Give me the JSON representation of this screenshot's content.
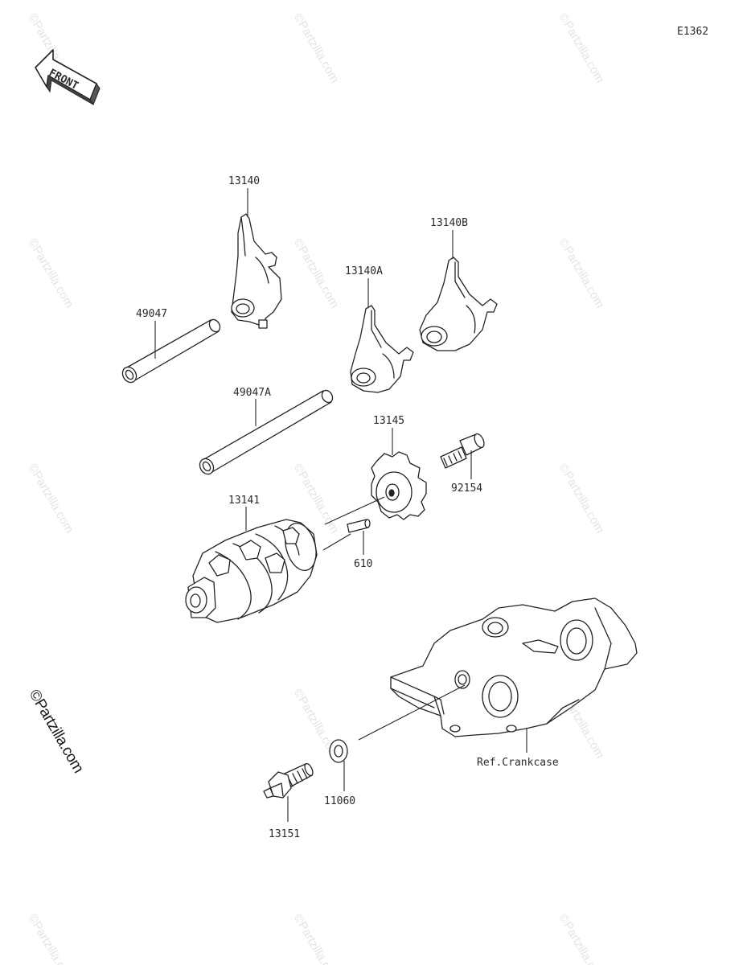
{
  "diagram_code": "E1362",
  "front_arrow_text": "FRONT",
  "watermark_text": "©Partzilla.com",
  "side_logo_text": "©Partzilla.com",
  "reference_label": "Ref.Crankcase",
  "parts": {
    "fork_13140": "13140",
    "fork_13140A": "13140A",
    "fork_13140B": "13140B",
    "shaft_49047": "49047",
    "shaft_49047A": "49047A",
    "drum_13141": "13141",
    "operating_plate_13145": "13145",
    "bolt_92154": "92154",
    "pin_610": "610",
    "washer_11060": "11060",
    "switch_13151": "13151"
  }
}
